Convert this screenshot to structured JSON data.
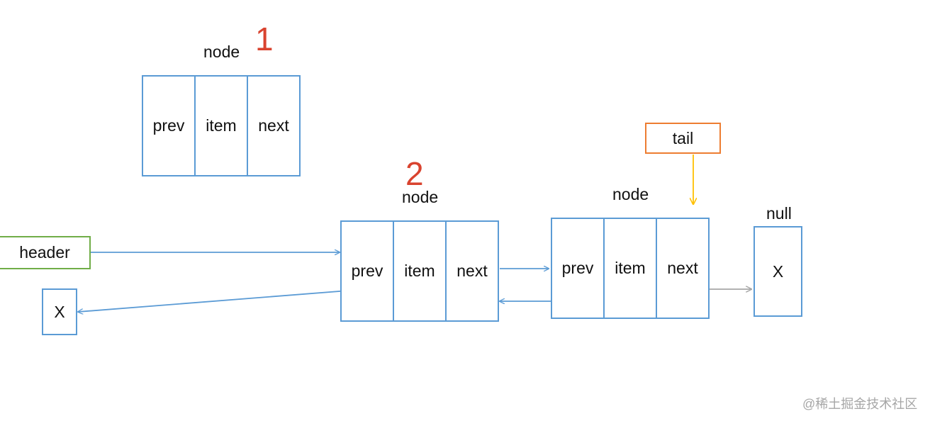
{
  "node1": {
    "label": "node",
    "step": "1",
    "cells": [
      "prev",
      "item",
      "next"
    ]
  },
  "node2": {
    "label": "node",
    "step": "2",
    "cells": [
      "prev",
      "item",
      "next"
    ]
  },
  "node3": {
    "label": "node",
    "cells": [
      "prev",
      "item",
      "next"
    ]
  },
  "header": {
    "label": "header"
  },
  "tail": {
    "label": "tail"
  },
  "null_node": {
    "label": "null",
    "value": "X"
  },
  "prev_null": {
    "value": "X"
  },
  "watermark": "@稀土掘金技术社区",
  "colors": {
    "box_border": "#5b9bd5",
    "arrow_blue": "#5b9bd5",
    "step_number": "#d9432f",
    "header_border": "#70ad47",
    "tail_border": "#ed7d31",
    "tail_arrow": "#ffc000",
    "null_arrow": "#a6a6a6"
  }
}
